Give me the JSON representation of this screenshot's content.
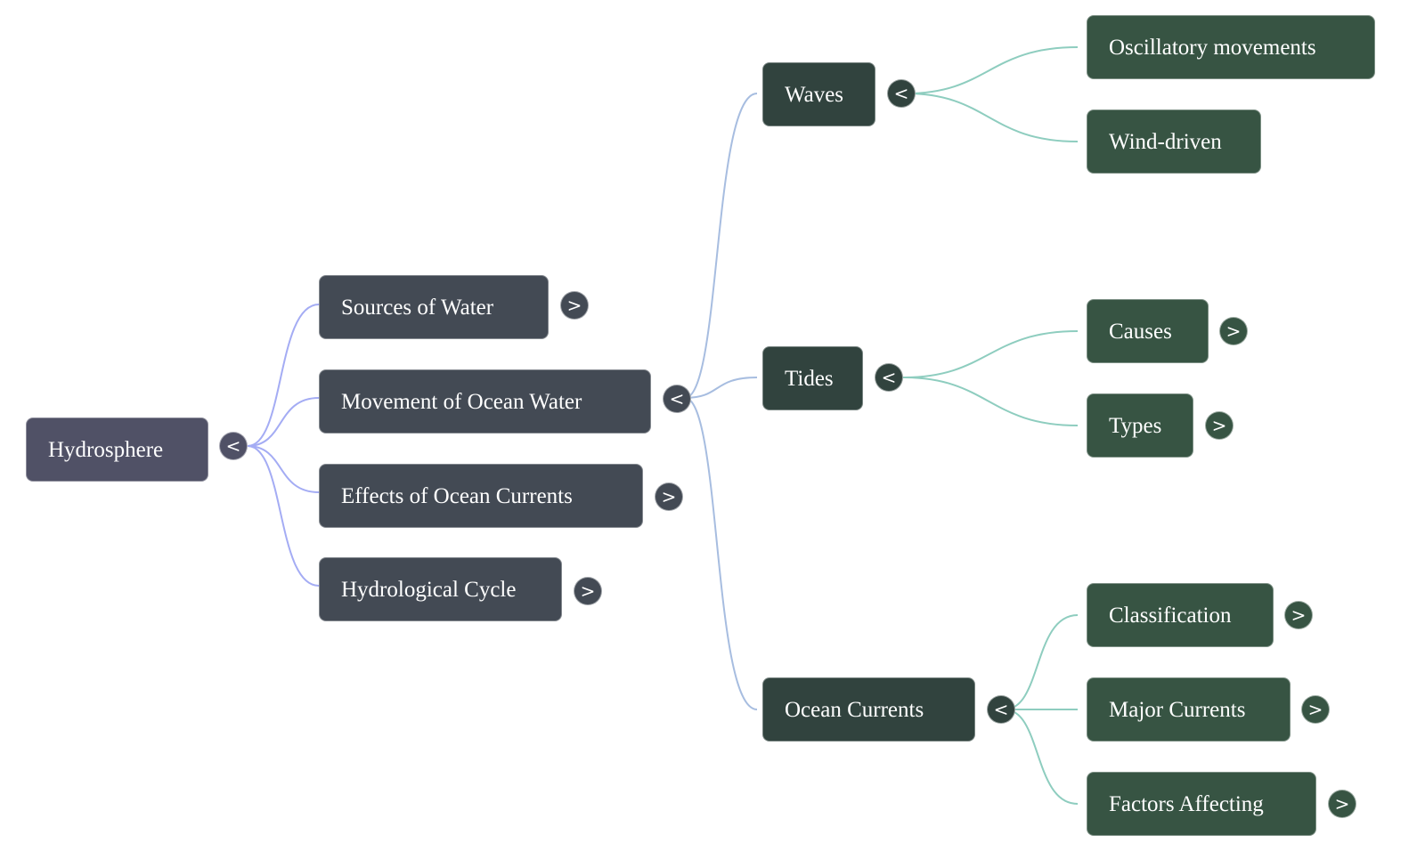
{
  "root": {
    "label": "Hydrosphere",
    "toggle": "<"
  },
  "level1": [
    {
      "label": "Sources of Water",
      "toggle": ">"
    },
    {
      "label": "Movement of Ocean Water",
      "toggle": "<"
    },
    {
      "label": "Effects of Ocean Currents",
      "toggle": ">"
    },
    {
      "label": "Hydrological Cycle",
      "toggle": ">"
    }
  ],
  "level2": [
    {
      "label": "Waves",
      "toggle": "<"
    },
    {
      "label": "Tides",
      "toggle": "<"
    },
    {
      "label": "Ocean Currents",
      "toggle": "<"
    }
  ],
  "level3": [
    {
      "label": "Oscillatory movements",
      "toggle": ""
    },
    {
      "label": "Wind-driven",
      "toggle": ""
    },
    {
      "label": "Causes",
      "toggle": ">"
    },
    {
      "label": "Types",
      "toggle": ">"
    },
    {
      "label": "Classification",
      "toggle": ">"
    },
    {
      "label": "Major Currents",
      "toggle": ">"
    },
    {
      "label": "Factors Affecting",
      "toggle": ">"
    }
  ],
  "colors": {
    "edge_level1": "#a4acf4",
    "edge_level2": "#a7bde0",
    "edge_level3": "#8ecdbf"
  }
}
